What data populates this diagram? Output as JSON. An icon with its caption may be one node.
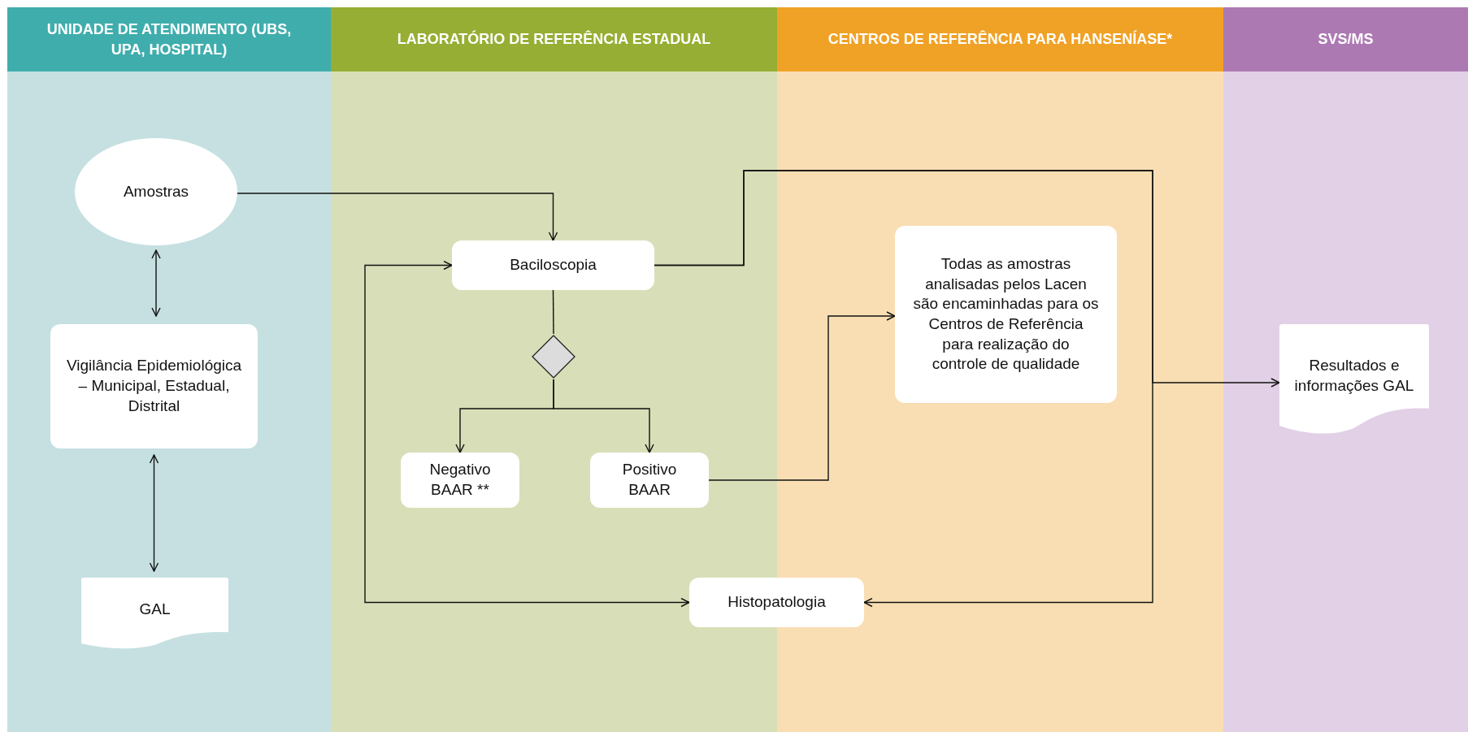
{
  "diagram": {
    "nodes": [
      {
        "text": [
          "UNIDADE DE ATENDIMENTO (UBS, UPA, HOSPITAL)"
        ]
      },
      {
        "text": [
          "LABORATÓRIO DE REFERÊNCIA ESTADUAL"
        ]
      },
      {
        "text": [
          "CENTROS DE REFERÊNCIA PARA HANSENÍASE*"
        ]
      },
      {
        "text": [
          "SVS/MS"
        ]
      },
      {
        "text": [
          "Amostras"
        ],
        "in": 0
      },
      {
        "text": [
          "Vigilância Epidemiológica – Municipal, Estadual, Distrital"
        ],
        "in": 0
      },
      {
        "text": [
          "GAL"
        ],
        "in": 0
      },
      {
        "text": [
          "Baciloscopia"
        ],
        "in": 1
      },
      {
        "text": [],
        "shape": "diamond",
        "in": 1
      },
      {
        "text": [
          "Negativo BAAR **"
        ],
        "in": 1
      },
      {
        "text": [
          "Positivo BAAR"
        ],
        "in": 1
      },
      {
        "text": [
          "Histopatologia"
        ]
      },
      {
        "text": [
          "Todas as amostras analisadas pelos Lacen são encaminhadas para os Centros de Referência para realização do controle de qualidade"
        ],
        "in": 2
      },
      {
        "text": [
          "Resultados e informações GAL"
        ],
        "in": 3
      }
    ],
    "edges": [
      {
        "from": 4,
        "to": 7,
        "arrow": "to"
      },
      {
        "from": 4,
        "to": 5,
        "arrow": "both"
      },
      {
        "from": 5,
        "to": 6,
        "arrow": "both"
      },
      {
        "from": 7,
        "to": 8,
        "arrow": "none"
      },
      {
        "from": 8,
        "to": 9,
        "arrow": "to"
      },
      {
        "from": 8,
        "to": 10,
        "arrow": "to"
      },
      {
        "from": 10,
        "to": 12,
        "arrow": "to"
      },
      {
        "from": 7,
        "to": 11,
        "arrow": "to"
      },
      {
        "from": 7,
        "to": 13,
        "arrow": "to"
      },
      {
        "from": 11,
        "to": 7,
        "arrow": "both"
      }
    ]
  }
}
